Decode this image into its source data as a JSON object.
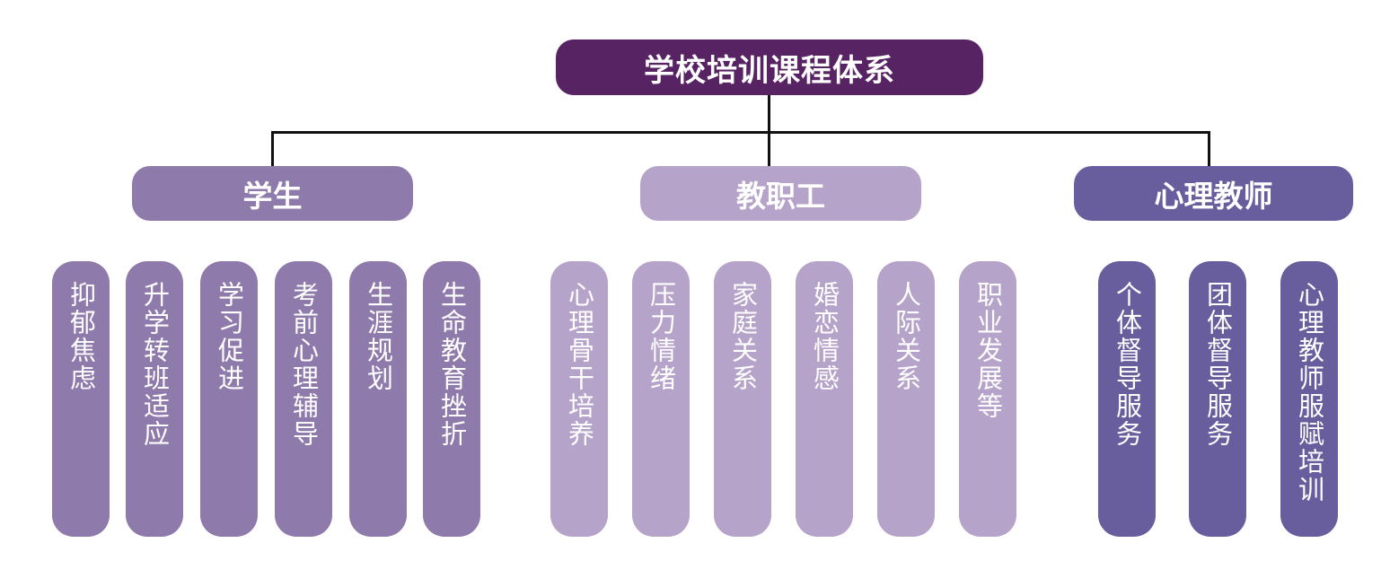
{
  "title": "学校培训课程体系",
  "colors": {
    "root": "#582363",
    "students": "#8e7aab",
    "staff": "#b5a3c9",
    "teachers": "#685d9d",
    "connector": "#111111"
  },
  "categories": [
    {
      "label": "学生",
      "items": [
        "抑郁焦虑",
        "升学转班适应",
        "学习促进",
        "考前心理辅导",
        "生涯规划",
        "生命教育挫折"
      ]
    },
    {
      "label": "教职工",
      "items": [
        "心理骨干培养",
        "压力情绪",
        "家庭关系",
        "婚恋情感",
        "人际关系",
        "职业发展等"
      ]
    },
    {
      "label": "心理教师",
      "items": [
        "个体督导服务",
        "团体督导服务",
        "心理教师服赋培训"
      ]
    }
  ]
}
